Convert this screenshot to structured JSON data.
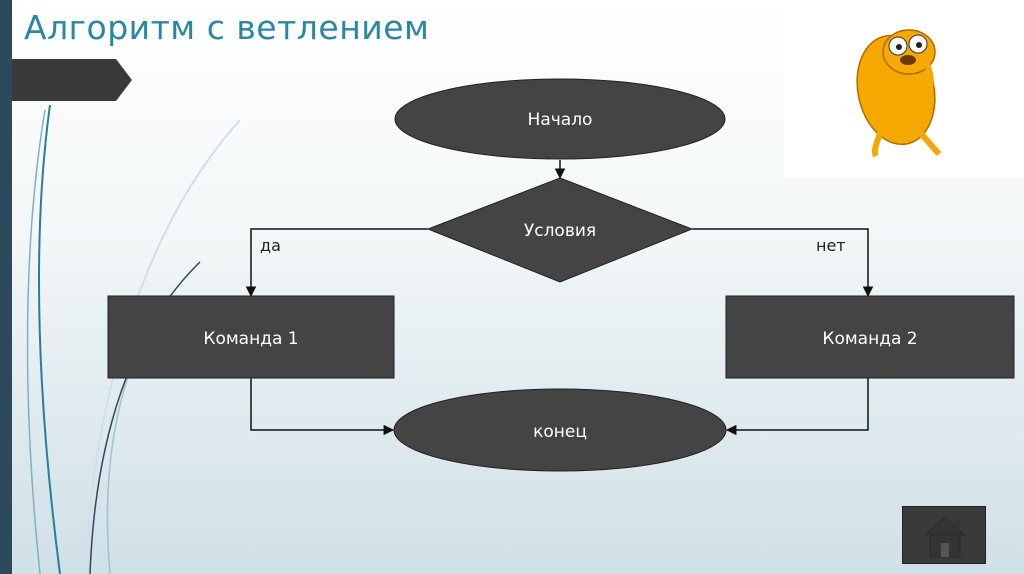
{
  "slide": {
    "title": "Алгоритм с ветлением"
  },
  "flowchart": {
    "start": "Начало",
    "condition": "Условия",
    "yes_label": "да",
    "no_label": "нет",
    "command1": "Команда 1",
    "command2": "Команда 2",
    "end": "конец"
  },
  "colors": {
    "shape_fill": "#444444",
    "title": "#2a86a3",
    "left_bar": "#2c4a5c",
    "mascot": "#f5a800"
  },
  "icons": {
    "home": "home-icon",
    "mascot": "jake-character"
  }
}
